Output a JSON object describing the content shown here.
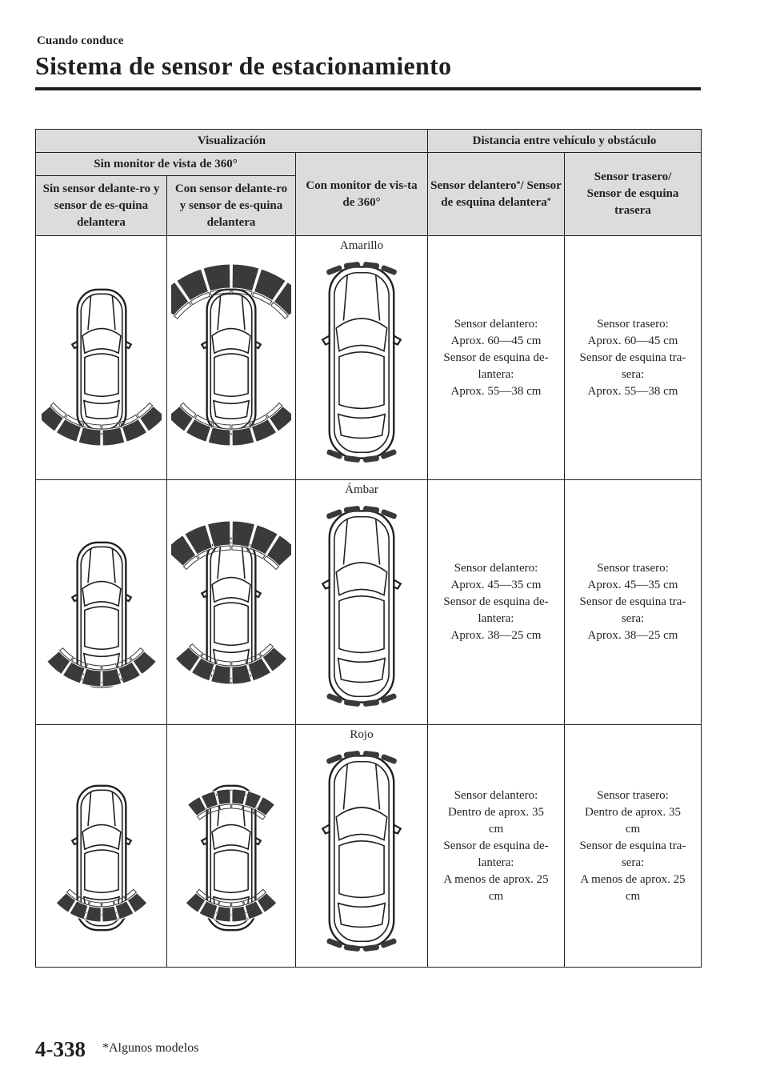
{
  "header": {
    "section": "Cuando conduce",
    "title": "Sistema de sensor de estacionamiento"
  },
  "table": {
    "head": {
      "display": "Visualización",
      "distance": "Distancia entre vehículo y obstáculo",
      "without_monitor": "Sin monitor de vista de 360°",
      "with_monitor": "Con monitor de vis-ta de 360°",
      "front_sensor_a": "Sensor delantero",
      "front_sensor_b": "/ Sensor de esquina delantera",
      "rear_sensor": "Sensor trasero/ Sensor de esquina trasera",
      "without_front": "Sin sensor delante-ro y sensor de es-quina delantera",
      "with_front": "Con sensor delante-ro y sensor de es-quina delantera",
      "asterisk": "*"
    },
    "rows": [
      {
        "color_label": "Amarillo",
        "front_lines": [
          "Sensor delantero:",
          "Aprox. 60—45 cm",
          "Sensor de esquina de-",
          "lantera:",
          "Aprox. 55—38 cm"
        ],
        "rear_lines": [
          "Sensor trasero:",
          "Aprox. 60—45 cm",
          "Sensor de esquina tra-",
          "sera:",
          "Aprox. 55—38 cm"
        ]
      },
      {
        "color_label": "Ámbar",
        "front_lines": [
          "Sensor delantero:",
          "Aprox. 45—35 cm",
          "Sensor de esquina de-",
          "lantera:",
          "Aprox. 38—25 cm"
        ],
        "rear_lines": [
          "Sensor trasero:",
          "Aprox. 45—35 cm",
          "Sensor de esquina tra-",
          "sera:",
          "Aprox. 38—25 cm"
        ]
      },
      {
        "color_label": "Rojo",
        "front_lines": [
          "Sensor delantero:",
          "Dentro de aprox. 35",
          "cm",
          "Sensor de esquina de-",
          "lantera:",
          "A menos de aprox. 25",
          "cm"
        ],
        "rear_lines": [
          "Sensor trasero:",
          "Dentro de aprox. 35",
          "cm",
          "Sensor de esquina tra-",
          "sera:",
          "A menos de aprox. 25",
          "cm"
        ]
      }
    ]
  },
  "footer": {
    "page_number": "4-338",
    "footnote": "*Algunos modelos"
  },
  "colors": {
    "ink": "#231f20",
    "header_bg": "#dcdcdc",
    "segment": "#3a3a3a"
  }
}
